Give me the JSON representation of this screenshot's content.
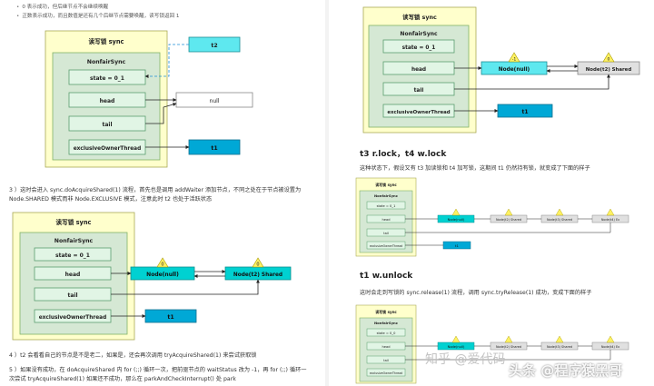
{
  "left_page": {
    "bullets": [
      "0 表示成功，但后继节点不会继续唤醒",
      "正数表示成功，而且数值是还有几个后继节点需要唤醒，读写锁返回 1"
    ],
    "para1_line1": "3 ）这时会进入 sync.doAcquireShared(1) 流程，首先也是调用 addWaiter 添加节点，不同之处在于节点被设置为",
    "para1_line2": "Node.SHARED 模式而非 Node.EXCLUSIVE 模式，注意此时 t2 也处于活跃状态",
    "para2": "4 ）t2 会看看自己的节点是不是老二，如果是，还会再次调用 tryAcquireShared(1) 来尝试获取锁",
    "para3_line1": "5 ）如果没有成功，在 doAcquireShared 内 for (;;) 循环一次，把前驱节点的 waitStatus 改为 -1，再 for (;;) 循环一",
    "para3_line2": "次尝试 tryAcquireShared(1) 如果还不成功，那么在 parkAndCheckInterrupt() 处 park"
  },
  "right_page": {
    "heading1": "t3 r.lock，t4 w.lock",
    "para1": "这种状态下，假设又有 t3 加读锁和 t4 加写锁，这期间 t1 仍然持有锁，就变成了下面的样子",
    "heading2": "t1 w.unlock",
    "para2": "这时会走到写锁的 sync.release(1) 流程，调用 sync.tryRelease(1) 成功，变成下面的样子"
  },
  "diagram_labels": {
    "lock": "读写锁 sync",
    "nonfair": "NonfairSync",
    "state_1": "state = 0_1",
    "state_0": "state = 0_0",
    "head": "head",
    "tail": "tail",
    "owner": "exclusiveOwnerThread",
    "null": "null",
    "t1": "t1",
    "t2": "t2",
    "node_null": "Node(null)",
    "node_t2": "Node(t2) Shared",
    "node_t3": "Node(t3) Shared",
    "node_t4": "Node(t4) Ex",
    "zero": "0",
    "minus_one": "-1"
  },
  "watermark": {
    "line1": "知乎 @爱代码",
    "line2": "头条 @程序猿黑哥"
  },
  "colors": {
    "yellow_outer": "#ffffcc",
    "green_inner": "#d5e8d4",
    "field_fill": "#e1f5e5",
    "cyan": "#00d1d1",
    "cyan_light": "#5ee8ef",
    "gray_node": "#e0e0e0",
    "triangle": "#fff263"
  }
}
